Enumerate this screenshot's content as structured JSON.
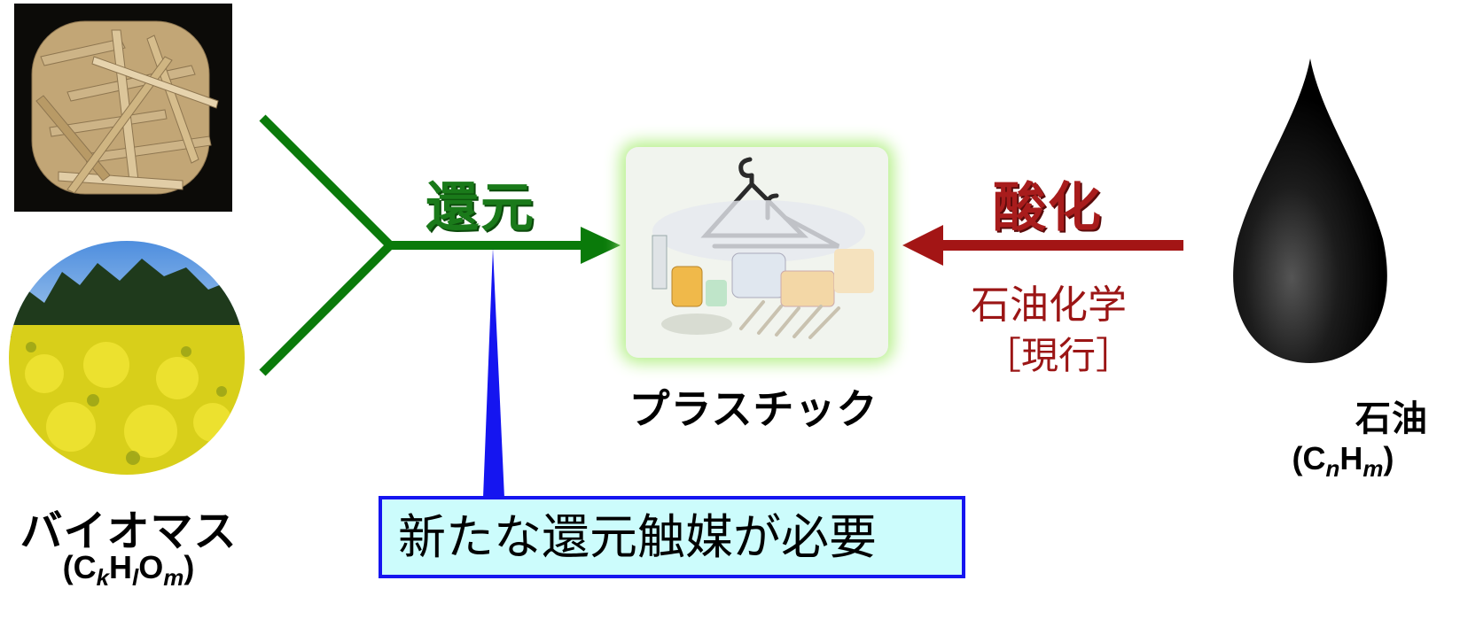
{
  "biomass": {
    "name": "バイオマス",
    "formula": {
      "prefix": "(C",
      "k": "k",
      "h": "H",
      "l": "l",
      "o": "O",
      "m": "m",
      "suffix": ")"
    }
  },
  "reduction": {
    "label": "還元"
  },
  "plastic": {
    "name": "プラスチック"
  },
  "oxidation": {
    "label": "酸化"
  },
  "petrochemistry": {
    "label": "石油化学",
    "status": "［現行］"
  },
  "petroleum": {
    "name": "石油",
    "formula": {
      "prefix": "(C",
      "n": "n",
      "h": "H",
      "m": "m",
      "suffix": ")"
    }
  },
  "callout": {
    "text": "新たな還元触媒が必要"
  },
  "colors": {
    "reduction_green": "#0a7a0a",
    "oxidation_red": "#a31515",
    "callout_border": "#1515f0",
    "callout_fill": "#ccfcfc",
    "plastic_glow": "#b6f08a"
  }
}
